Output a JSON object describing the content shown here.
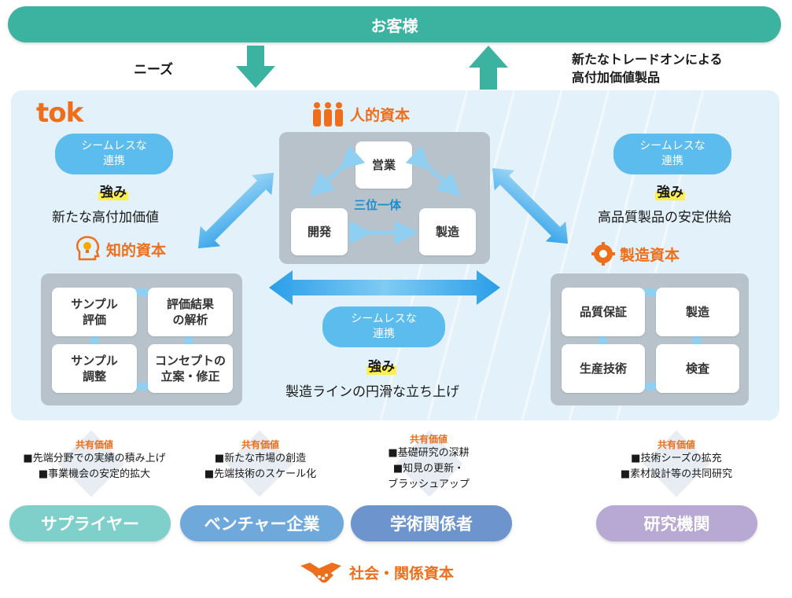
{
  "customer": "お客様",
  "needs": "ニーズ",
  "products": "新たなトレードオンによる\n高付加価値製品",
  "logo": "tok",
  "human_capital": {
    "title": "人的資本",
    "boxes": {
      "sales": "営業",
      "dev": "開発",
      "mfg": "製造"
    },
    "center": "三位一体"
  },
  "left_strength": {
    "pill": "シームレスな\n連携",
    "title": "強み",
    "text": "新たな高付加価値"
  },
  "right_strength": {
    "pill": "シームレスな\n連携",
    "title": "強み",
    "text": "高品質製品の安定供給"
  },
  "center_strength": {
    "pill": "シームレスな\n連携",
    "title": "強み",
    "text": "製造ラインの円滑な立ち上げ"
  },
  "intellectual": {
    "title": "知的資本",
    "boxes": [
      "サンプル\n評価",
      "評価結果\nの解析",
      "サンプル\n調整",
      "コンセプトの\n立案・修正"
    ]
  },
  "manufactured": {
    "title": "製造資本",
    "boxes": [
      "品質保証",
      "製造",
      "生産技術",
      "検査"
    ]
  },
  "shared": [
    {
      "title": "共有価値",
      "items": [
        "■先端分野での実績の積み上げ",
        "■事業機会の安定的拡大"
      ]
    },
    {
      "title": "共有価値",
      "items": [
        "■新たな市場の創造",
        "■先端技術のスケール化"
      ]
    },
    {
      "title": "共有価値",
      "items": [
        "■基礎研究の深耕",
        "■知見の更新・",
        "ブラッシュアップ"
      ]
    },
    {
      "title": "共有価値",
      "items": [
        "■技術シーズの拡充",
        "■素材設計等の共同研究"
      ]
    }
  ],
  "stakeholders": [
    "サプライヤー",
    "ベンチャー企業",
    "学術関係者",
    "研究機関"
  ],
  "social_capital": "社会・関係資本",
  "colors": {
    "customer": "#3bb3a0",
    "accent_orange": "#ee6f1b",
    "pill_blue": "#5cbcee",
    "supplier": "#7fcfcb",
    "venture": "#6fa9dc",
    "academic": "#6d94cc",
    "institute": "#b7a8d4"
  }
}
